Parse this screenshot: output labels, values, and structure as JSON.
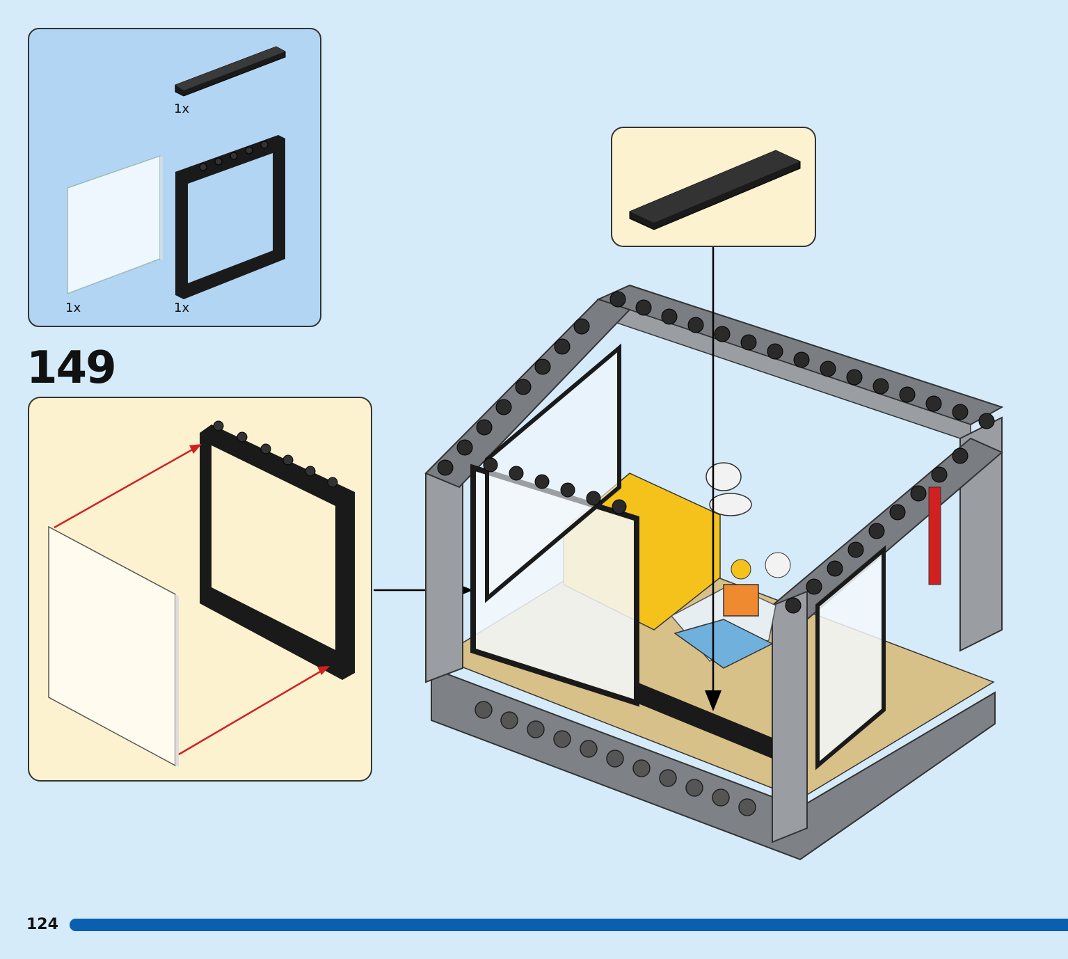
{
  "parts_list": {
    "items": [
      {
        "name": "black-tile-1x6",
        "qty": "1x",
        "color": "#1a1a1a"
      },
      {
        "name": "transparent-glass-panel",
        "qty": "1x",
        "color": "#eaf4fb"
      },
      {
        "name": "black-window-frame",
        "qty": "1x",
        "color": "#1a1a1a"
      }
    ]
  },
  "step": {
    "number": "149"
  },
  "page": {
    "number": "124",
    "progress": 1.0
  },
  "colors": {
    "background": "#d6ebfa",
    "parts_box": "#b3d5f4",
    "submodel_box": "#fdf2cf",
    "arrow_red": "#d22020",
    "progress": "#0a5fb0",
    "brick_gray": "#9a9ea3",
    "tan": "#d8c089",
    "yellow": "#f4c21a"
  }
}
